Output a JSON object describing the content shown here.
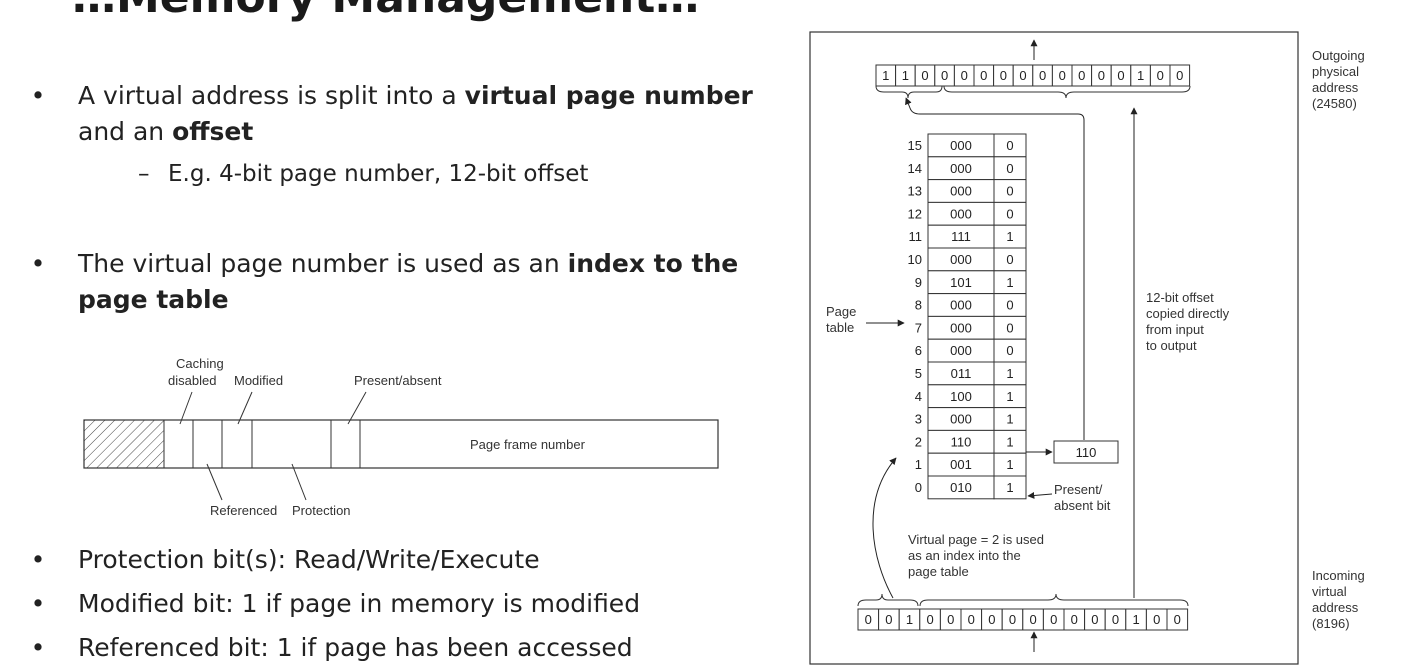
{
  "slide": {
    "title": "…Memory Management…",
    "bullets": [
      {
        "pre": "A virtual address is split into a ",
        "bold1": "virtual page number",
        "mid": " and an ",
        "bold2": "offset",
        "post": ""
      },
      {
        "pre": "The virtual page number is used as an ",
        "bold1": "index to the page table",
        "mid": "",
        "bold2": "",
        "post": ""
      }
    ],
    "sub_bullet": "E.g. 4-bit page number, 12-bit offset",
    "dash": "–",
    "bottom_bullets": [
      "Protection bit(s): Read/Write/Execute",
      "Modified bit: 1 if page in memory is modified",
      "Referenced bit: 1 if page has been accessed"
    ]
  },
  "pte": {
    "labels": {
      "caching_disabled_1": "Caching",
      "caching_disabled_2": "disabled",
      "modified": "Modified",
      "present_absent": "Present/absent",
      "page_frame_number": "Page frame number",
      "referenced": "Referenced",
      "protection": "Protection"
    }
  },
  "mapping": {
    "outgoing_bits": [
      "1",
      "1",
      "0",
      "0",
      "0",
      "0",
      "0",
      "0",
      "0",
      "0",
      "0",
      "0",
      "0",
      "1",
      "0",
      "0"
    ],
    "incoming_bits": [
      "0",
      "0",
      "1",
      "0",
      "0",
      "0",
      "0",
      "0",
      "0",
      "0",
      "0",
      "0",
      "0",
      "1",
      "0",
      "0"
    ],
    "page_table": [
      {
        "index": "15",
        "frame": "000",
        "present": "0"
      },
      {
        "index": "14",
        "frame": "000",
        "present": "0"
      },
      {
        "index": "13",
        "frame": "000",
        "present": "0"
      },
      {
        "index": "12",
        "frame": "000",
        "present": "0"
      },
      {
        "index": "11",
        "frame": "111",
        "present": "1"
      },
      {
        "index": "10",
        "frame": "000",
        "present": "0"
      },
      {
        "index": "9",
        "frame": "101",
        "present": "1"
      },
      {
        "index": "8",
        "frame": "000",
        "present": "0"
      },
      {
        "index": "7",
        "frame": "000",
        "present": "0"
      },
      {
        "index": "6",
        "frame": "000",
        "present": "0"
      },
      {
        "index": "5",
        "frame": "011",
        "present": "1"
      },
      {
        "index": "4",
        "frame": "100",
        "present": "1"
      },
      {
        "index": "3",
        "frame": "000",
        "present": "1"
      },
      {
        "index": "2",
        "frame": "110",
        "present": "1"
      },
      {
        "index": "1",
        "frame": "001",
        "present": "1"
      },
      {
        "index": "0",
        "frame": "010",
        "present": "1"
      }
    ],
    "selected_frame": "110",
    "labels": {
      "outgoing": [
        "Outgoing",
        "physical",
        "address",
        "(24580)"
      ],
      "incoming": [
        "Incoming",
        "virtual",
        "address",
        "(8196)"
      ],
      "page_table": [
        "Page",
        "table"
      ],
      "offset_note": [
        "12-bit offset",
        "copied directly",
        "from input",
        "to output"
      ],
      "present_absent_bit": [
        "Present/",
        "absent bit"
      ],
      "virtual_page_note": [
        "Virtual page = 2 is used",
        "as an index into the",
        "page table"
      ]
    }
  }
}
